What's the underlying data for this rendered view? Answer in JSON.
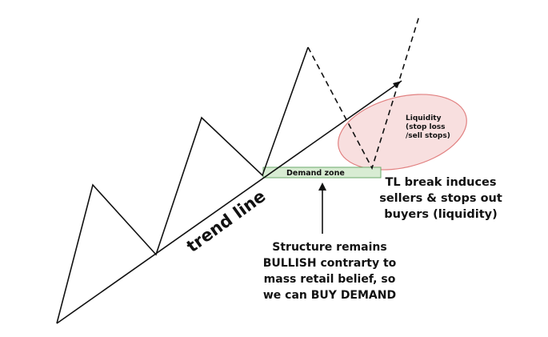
{
  "labels": {
    "trend_line": "trend line",
    "demand_zone": "Demand zone",
    "liquidity": [
      "Liquidity",
      "(stop loss",
      "/sell stops)"
    ],
    "tl_break": [
      "TL break induces",
      "sellers & stops out",
      "buyers (liquidity)"
    ],
    "structure": [
      "Structure remains",
      "BULLISH contrarty to",
      "mass retail belief, so",
      "we can BUY DEMAND"
    ]
  },
  "colors": {
    "line": "#111111",
    "demand_fill": "#d8ecd3",
    "demand_stroke": "#6aa86a",
    "liquidity_fill": "#f8dede",
    "liquidity_stroke": "#e07a7a"
  },
  "icons": {
    "arrow": "arrow-up-icon"
  }
}
